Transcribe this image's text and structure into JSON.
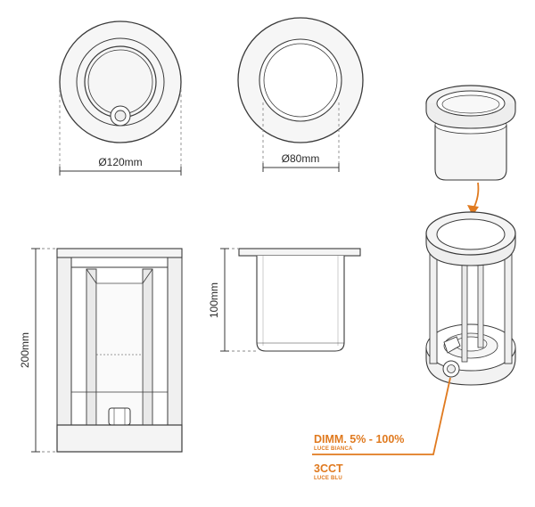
{
  "dimensions": {
    "top_outer_diameter": "Ø120mm",
    "top_inner_diameter": "Ø80mm",
    "height_total": "200mm",
    "height_insert": "100mm"
  },
  "specs": {
    "dimming": "DIMM. 5% - 100%",
    "dimming_sub": "LUCE BIANCA",
    "cct": "3CCT",
    "cct_sub": "LUCE BLU"
  },
  "colors": {
    "line": "#3a3a3a",
    "dash": "#8a8a8a",
    "accent": "#e07a1f",
    "fill_light": "#f4f4f4",
    "fill_mid": "#e6e6e6"
  }
}
